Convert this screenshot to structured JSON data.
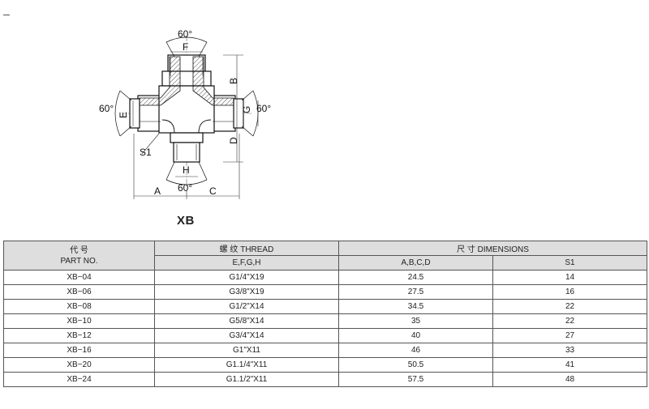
{
  "drawing": {
    "angle_top": "60°",
    "angle_left": "60°",
    "angle_right": "60°",
    "angle_bottom": "60°",
    "dim_F": "F",
    "dim_B": "B",
    "dim_E": "E",
    "dim_G": "G",
    "dim_D": "D",
    "dim_S1": "S1",
    "dim_H": "H",
    "dim_A": "A",
    "dim_C": "C"
  },
  "model": "XB",
  "table": {
    "col_part_cn": "代 号",
    "col_part_en": "PART NO.",
    "col_thread": "螺 纹  THREAD",
    "col_thread_sub": "E,F,G,H",
    "col_dim": "尺 寸   DIMENSIONS",
    "col_dim_sub1": "A,B,C,D",
    "col_dim_sub2": "S1",
    "rows": [
      {
        "part": "XB−04",
        "thread": "G1/4\"X19",
        "abcd": "24.5",
        "s1": "14"
      },
      {
        "part": "XB−06",
        "thread": "G3/8\"X19",
        "abcd": "27.5",
        "s1": "16"
      },
      {
        "part": "XB−08",
        "thread": "G1/2\"X14",
        "abcd": "34.5",
        "s1": "22"
      },
      {
        "part": "XB−10",
        "thread": "G5/8\"X14",
        "abcd": "35",
        "s1": "22"
      },
      {
        "part": "XB−12",
        "thread": "G3/4\"X14",
        "abcd": "40",
        "s1": "27"
      },
      {
        "part": "XB−16",
        "thread": "G1\"X11",
        "abcd": "46",
        "s1": "33"
      },
      {
        "part": "XB−20",
        "thread": "G1.1/4\"X11",
        "abcd": "50.5",
        "s1": "41"
      },
      {
        "part": "XB−24",
        "thread": "G1.1/2\"X11",
        "abcd": "57.5",
        "s1": "48"
      }
    ]
  }
}
